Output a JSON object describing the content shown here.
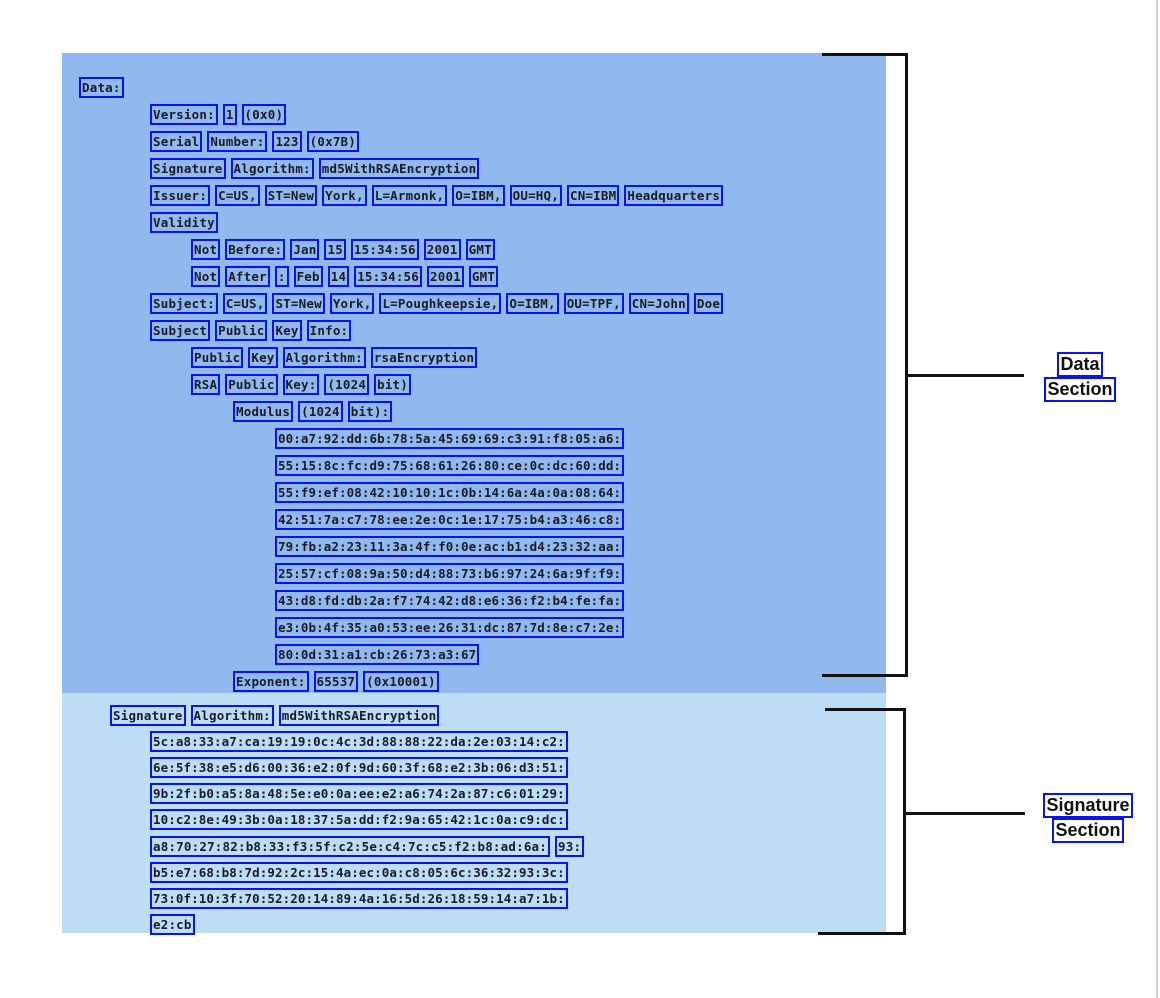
{
  "data_section": {
    "lines": [
      {
        "indent": 0,
        "tokens": [
          "Data:"
        ]
      },
      {
        "indent": 1,
        "tokens": [
          "Version:",
          "1",
          "(0x0)"
        ]
      },
      {
        "indent": 1,
        "tokens": [
          "Serial",
          "Number:",
          "123",
          "(0x7B)"
        ]
      },
      {
        "indent": 1,
        "tokens": [
          "Signature",
          "Algorithm:",
          "md5WithRSAEncryption"
        ]
      },
      {
        "indent": 1,
        "tokens": [
          "Issuer:",
          "C=US,",
          "ST=New",
          "York,",
          "L=Armonk,",
          "O=IBM,",
          "OU=HQ,",
          "CN=IBM",
          "Headquarters"
        ]
      },
      {
        "indent": 1,
        "tokens": [
          "Validity"
        ]
      },
      {
        "indent": 2,
        "tokens": [
          "Not",
          "Before:",
          "Jan",
          "15",
          "15:34:56",
          "2001",
          "GMT"
        ]
      },
      {
        "indent": 2,
        "tokens": [
          "Not",
          "After",
          ":",
          "Feb",
          "14",
          "15:34:56",
          "2001",
          "GMT"
        ]
      },
      {
        "indent": 1,
        "tokens": [
          "Subject:",
          "C=US,",
          "ST=New",
          "York,",
          "L=Poughkeepsie,",
          "O=IBM,",
          "OU=TPF,",
          "CN=John",
          "Doe"
        ]
      },
      {
        "indent": 1,
        "tokens": [
          "Subject",
          "Public",
          "Key",
          "Info:"
        ]
      },
      {
        "indent": 2,
        "tokens": [
          "Public",
          "Key",
          "Algorithm:",
          "rsaEncryption"
        ]
      },
      {
        "indent": 2,
        "tokens": [
          "RSA",
          "Public",
          "Key:",
          "(1024",
          "bit)"
        ]
      },
      {
        "indent": 3,
        "tokens": [
          "Modulus",
          "(1024",
          "bit):"
        ]
      },
      {
        "indent": 4,
        "tokens": [
          "00:a7:92:dd:6b:78:5a:45:69:69:c3:91:f8:05:a6:"
        ]
      },
      {
        "indent": 4,
        "tokens": [
          "55:15:8c:fc:d9:75:68:61:26:80:ce:0c:dc:60:dd:"
        ]
      },
      {
        "indent": 4,
        "tokens": [
          "55:f9:ef:08:42:10:10:1c:0b:14:6a:4a:0a:08:64:"
        ]
      },
      {
        "indent": 4,
        "tokens": [
          "42:51:7a:c7:78:ee:2e:0c:1e:17:75:b4:a3:46:c8:"
        ]
      },
      {
        "indent": 4,
        "tokens": [
          "79:fb:a2:23:11:3a:4f:f0:0e:ac:b1:d4:23:32:aa:"
        ]
      },
      {
        "indent": 4,
        "tokens": [
          "25:57:cf:08:9a:50:d4:88:73:b6:97:24:6a:9f:f9:"
        ]
      },
      {
        "indent": 4,
        "tokens": [
          "43:d8:fd:db:2a:f7:74:42:d8:e6:36:f2:b4:fe:fa:"
        ]
      },
      {
        "indent": 4,
        "tokens": [
          "e3:0b:4f:35:a0:53:ee:26:31:dc:87:7d:8e:c7:2e:"
        ]
      },
      {
        "indent": 4,
        "tokens": [
          "80:0d:31:a1:cb:26:73:a3:67"
        ]
      },
      {
        "indent": 3,
        "tokens": [
          "Exponent:",
          "65537",
          "(0x10001)"
        ]
      }
    ]
  },
  "signature_section": {
    "lines": [
      {
        "indent": 0,
        "tokens": [
          "Signature",
          "Algorithm:",
          "md5WithRSAEncryption"
        ]
      },
      {
        "indent": 1,
        "tokens": [
          "5c:a8:33:a7:ca:19:19:0c:4c:3d:88:88:22:da:2e:03:14:c2:"
        ]
      },
      {
        "indent": 1,
        "tokens": [
          "6e:5f:38:e5:d6:00:36:e2:0f:9d:60:3f:68:e2:3b:06:d3:51:"
        ]
      },
      {
        "indent": 1,
        "tokens": [
          "9b:2f:b0:a5:8a:48:5e:e0:0a:ee:e2:a6:74:2a:87:c6:01:29:"
        ]
      },
      {
        "indent": 1,
        "tokens": [
          "10:c2:8e:49:3b:0a:18:37:5a:dd:f2:9a:65:42:1c:0a:c9:dc:"
        ]
      },
      {
        "indent": 1,
        "tokens": [
          "a8:70:27:82:b8:33:f3:5f:c2:5e:c4:7c:c5:f2:b8:ad:6a:",
          "93:"
        ]
      },
      {
        "indent": 1,
        "tokens": [
          "b5:e7:68:b8:7d:92:2c:15:4a:ec:0a:c8:05:6c:36:32:93:3c:"
        ]
      },
      {
        "indent": 1,
        "tokens": [
          "73:0f:10:3f:70:52:20:14:89:4a:16:5d:26:18:59:14:a7:1b:"
        ]
      },
      {
        "indent": 1,
        "tokens": [
          "e2:cb"
        ]
      }
    ]
  },
  "labels": {
    "data_section": [
      "Data",
      "Section"
    ],
    "signature_section": [
      "Signature",
      "Section"
    ]
  },
  "colors": {
    "data_panel": "#92b9ee",
    "signature_panel": "#bcddf3",
    "token_outline": "#0a12f0"
  }
}
